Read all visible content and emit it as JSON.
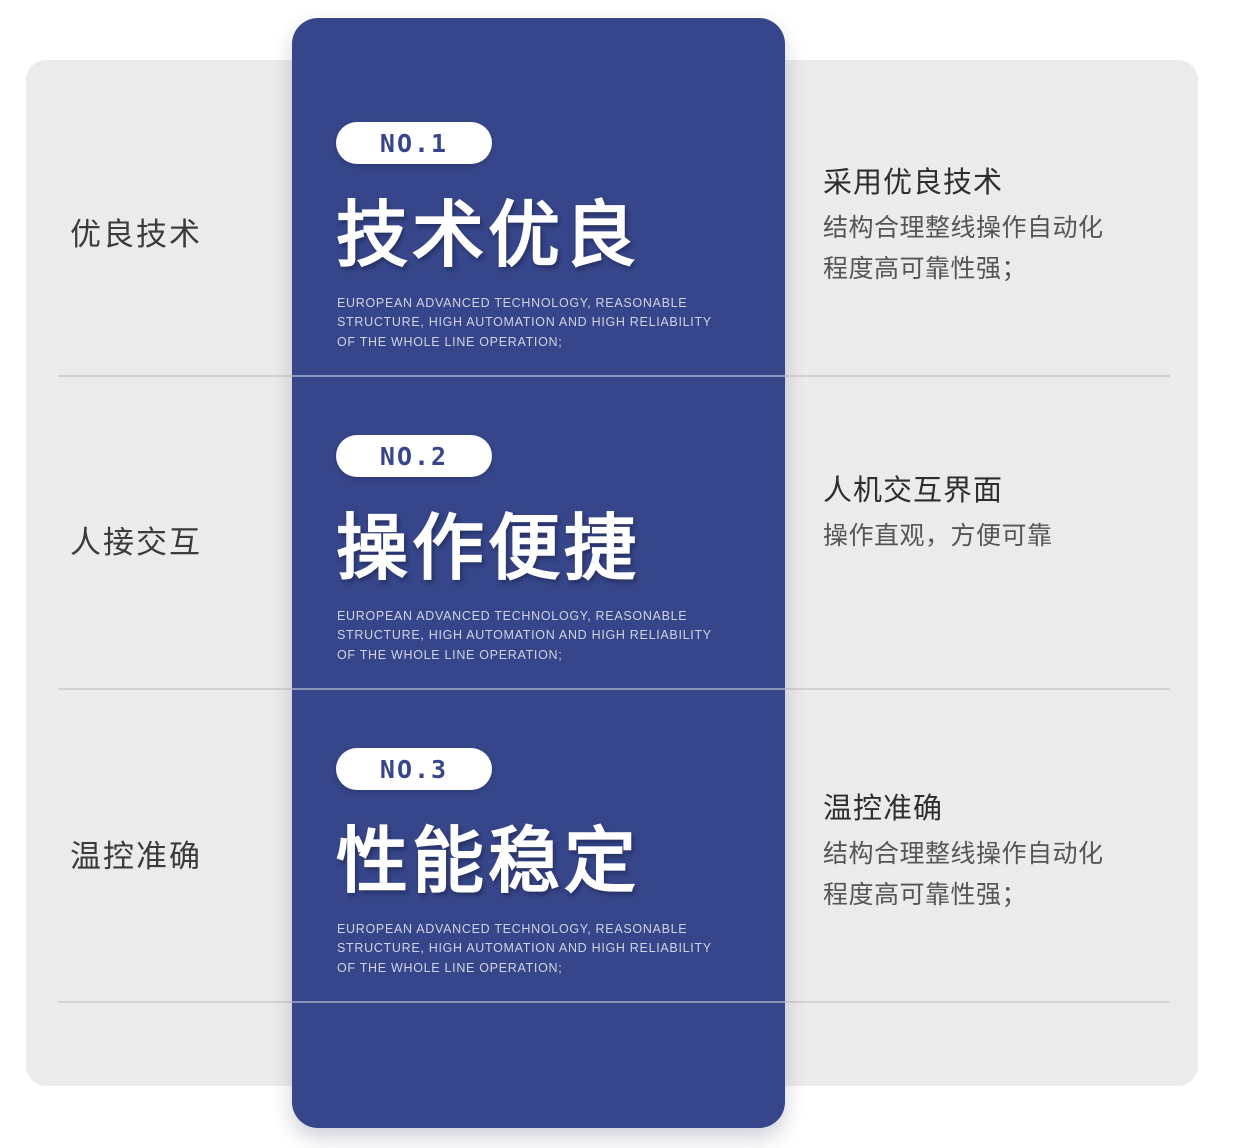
{
  "theme": {
    "accent_blue": "#37468a",
    "panel_gray": "#ebebeb",
    "divider_gray": "#d2d2d2",
    "page_background": "#ffffff",
    "badge_background": "#ffffff"
  },
  "rows": [
    {
      "left_label": "优良技术",
      "right_title": "采用优良技术",
      "right_lines": [
        "结构合理整线操作自动化",
        "程度高可靠性强；"
      ]
    },
    {
      "left_label": "人接交互",
      "right_title": "人机交互界面",
      "right_lines": [
        "操作直观，方便可靠"
      ]
    },
    {
      "left_label": "温控准确",
      "right_title": "温控准确",
      "right_lines": [
        "结构合理整线操作自动化",
        "程度高可靠性强；"
      ]
    }
  ],
  "cards": [
    {
      "badge": "NO.1",
      "heading": "技术优良",
      "english": [
        "EUROPEAN ADVANCED TECHNOLOGY, REASONABLE",
        "STRUCTURE, HIGH AUTOMATION AND HIGH RELIABILITY",
        "OF THE WHOLE LINE OPERATION;"
      ]
    },
    {
      "badge": "NO.2",
      "heading": "操作便捷",
      "english": [
        "EUROPEAN ADVANCED TECHNOLOGY, REASONABLE",
        "STRUCTURE, HIGH AUTOMATION AND HIGH RELIABILITY",
        "OF THE WHOLE LINE OPERATION;"
      ]
    },
    {
      "badge": "NO.3",
      "heading": "性能稳定",
      "english": [
        "EUROPEAN ADVANCED TECHNOLOGY, REASONABLE",
        "STRUCTURE, HIGH AUTOMATION AND HIGH RELIABILITY",
        "OF THE WHOLE LINE OPERATION;"
      ]
    }
  ]
}
